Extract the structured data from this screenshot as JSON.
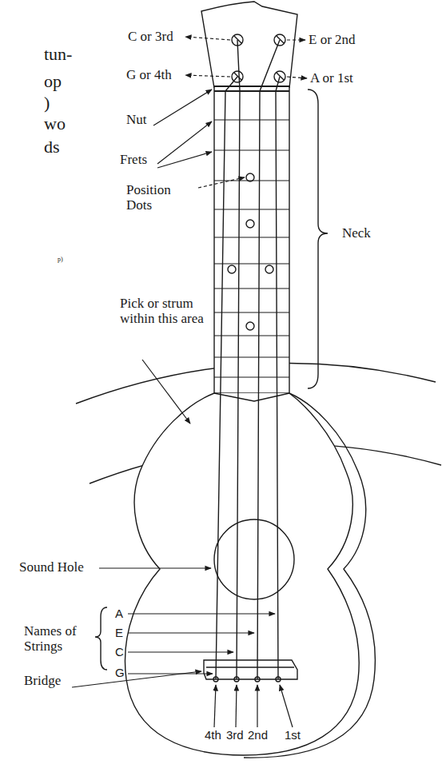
{
  "diagram": {
    "labels": [
      "tun-",
      "op",
      ")",
      "wo",
      "ds",
      "p)",
      "C or 3rd",
      "E or 2nd",
      "G or 4th",
      "A or 1st",
      "Nut",
      "Frets",
      "Position Dots",
      "Neck",
      "Pick or strum within this area",
      "Sound Hole",
      "A",
      "E",
      "C",
      "G",
      "Names of Strings",
      "Bridge",
      "4th",
      "3rd",
      "2nd",
      "1st"
    ]
  }
}
